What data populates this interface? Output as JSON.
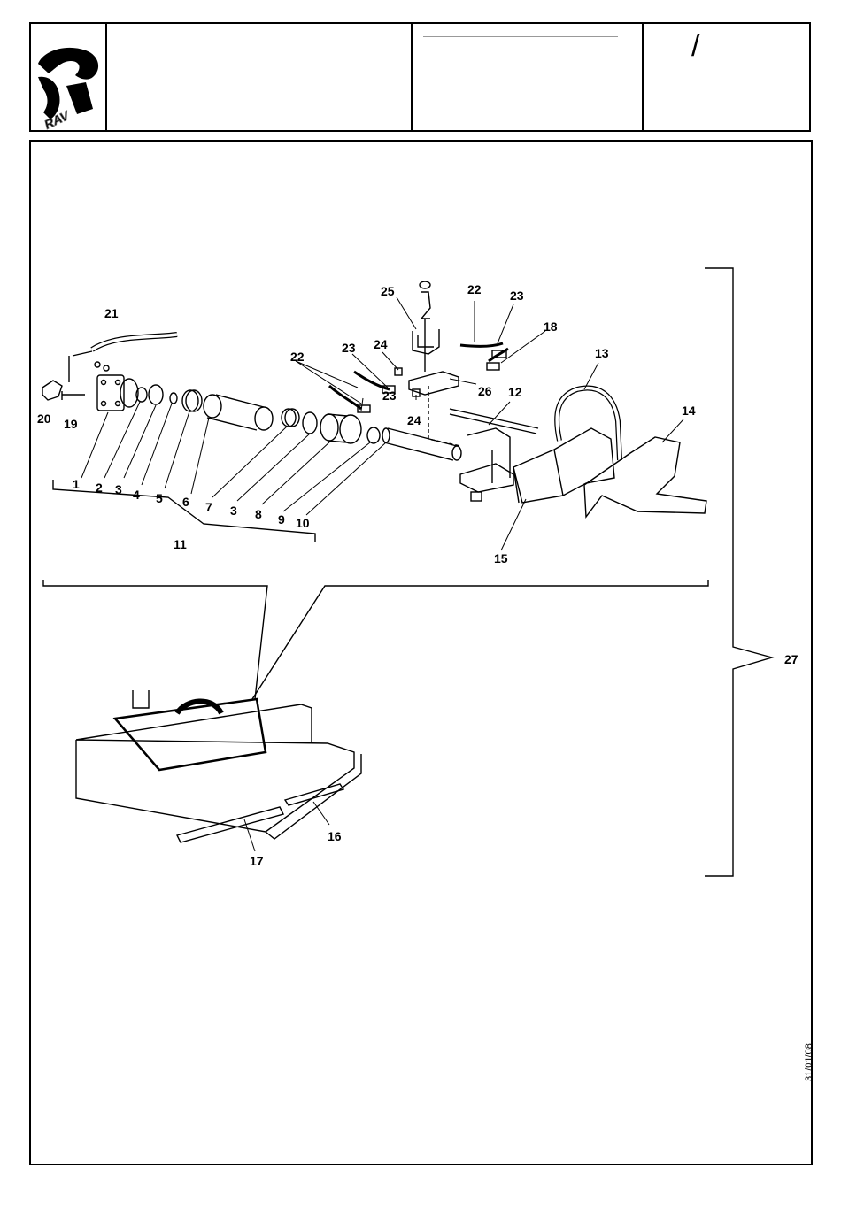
{
  "header": {
    "logo_text": "RAV",
    "page_number": "/"
  },
  "callouts": [
    "1",
    "2",
    "3",
    "4",
    "5",
    "6",
    "7",
    "3",
    "8",
    "9",
    "10",
    "11",
    "12",
    "13",
    "14",
    "15",
    "16",
    "17",
    "18",
    "19",
    "20",
    "21",
    "22",
    "22",
    "23",
    "23",
    "23",
    "24",
    "24",
    "25",
    "26",
    "27"
  ],
  "footer": {
    "date": "31/01/08"
  },
  "colors": {
    "line": "#000000",
    "logo_gray": "#9a9a9a",
    "background": "#ffffff"
  }
}
